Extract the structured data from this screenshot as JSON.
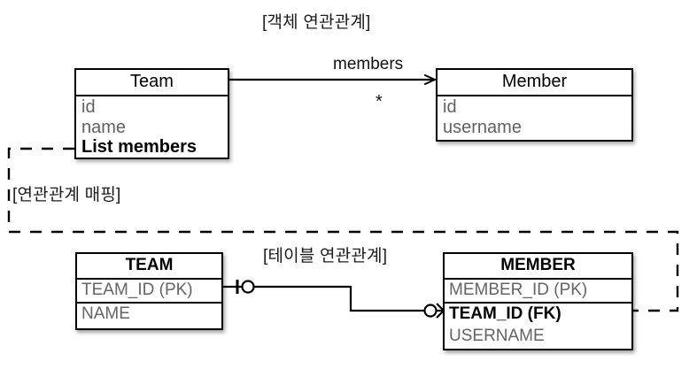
{
  "titles": {
    "object_section": "[객체 연관관계]",
    "mapping_section": "[연관관계 매핑]",
    "table_section": "[테이블 연관관계]"
  },
  "object_model": {
    "team_class": {
      "name": "Team",
      "attributes": [
        {
          "text": "id",
          "emphasis": false
        },
        {
          "text": "name",
          "emphasis": false
        },
        {
          "text": "List members",
          "emphasis": true
        }
      ]
    },
    "member_class": {
      "name": "Member",
      "attributes": [
        {
          "text": "id",
          "emphasis": false
        },
        {
          "text": "username",
          "emphasis": false
        }
      ]
    },
    "association": {
      "label": "members",
      "multiplicity": "*",
      "arrow": "open-arrow-icon"
    }
  },
  "table_model": {
    "team_table": {
      "name": "TEAM",
      "sections": [
        {
          "rows": [
            {
              "text": "TEAM_ID (PK)",
              "emphasis": false
            }
          ]
        },
        {
          "rows": [
            {
              "text": "NAME",
              "emphasis": false
            }
          ]
        }
      ]
    },
    "member_table": {
      "name": "MEMBER",
      "sections": [
        {
          "rows": [
            {
              "text": "MEMBER_ID (PK)",
              "emphasis": false
            }
          ]
        },
        {
          "rows": [
            {
              "text": "TEAM_ID (FK)",
              "emphasis": true
            },
            {
              "text": "USERNAME",
              "emphasis": false
            }
          ]
        }
      ]
    },
    "relationship": {
      "left_marker": "one-and-only-one-icon",
      "right_marker": "zero-or-many-crowsfoot-icon"
    }
  },
  "mapping_link": {
    "from": "Team.List members",
    "to": "MEMBER.TEAM_ID (FK)",
    "style": "dashed",
    "arrow": "dashed-arrow-icon"
  },
  "colors": {
    "stroke": "#000000",
    "attribute_text": "#606060",
    "emphasis_text": "#000000",
    "background": "#ffffff"
  }
}
